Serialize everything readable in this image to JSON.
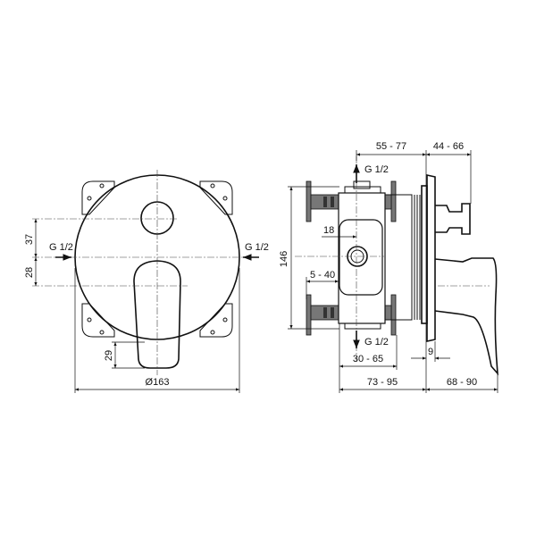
{
  "front_view": {
    "inlet_left": "G 1/2",
    "inlet_right": "G 1/2",
    "dim_upper": "37",
    "dim_lower": "28",
    "dim_handle": "29",
    "dim_diameter": "Ø163"
  },
  "side_view": {
    "outlet_top": "G 1/2",
    "outlet_bottom": "G 1/2",
    "dim_height": "146",
    "dim_18": "18",
    "dim_5_40": "5 - 40",
    "dim_55_77": "55 - 77",
    "dim_44_66": "44 - 66",
    "dim_30_65": "30 - 65",
    "dim_9": "9",
    "dim_73_95": "73 - 95",
    "dim_68_90": "68 - 90"
  }
}
